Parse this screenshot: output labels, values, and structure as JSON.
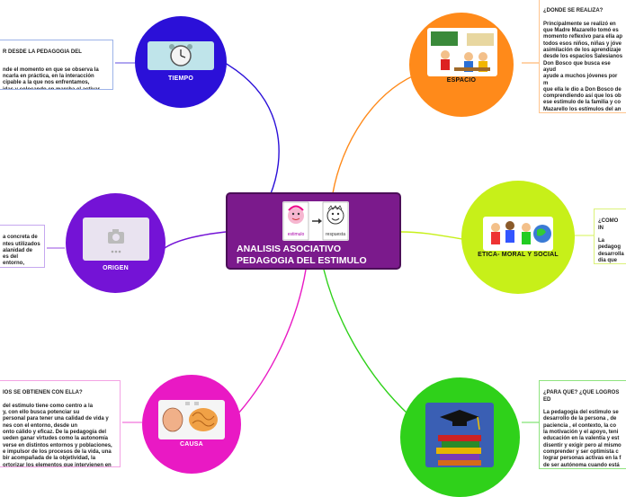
{
  "central": {
    "title_line1": "ANALISIS ASOCIATIVO",
    "title_line2": "PEDAGOGIA DEL ESTIMULO",
    "image_captions": [
      "estimulo",
      "respuesta"
    ]
  },
  "nodes": {
    "tiempo": {
      "label": "TIEMPO",
      "color": "#2b10d8",
      "icon": "clock-icon"
    },
    "origen": {
      "label": "ORIGEN",
      "color": "#7413d6",
      "icon": "camera-icon"
    },
    "causa": {
      "label": "CAUSA",
      "color": "#e919c4",
      "icon": "brain-icon"
    },
    "espacio": {
      "label": "ESPACIO",
      "color": "#ff8a1a",
      "icon": "classroom-icon"
    },
    "etica": {
      "label": "ETICA- MORAL Y SOCIAL",
      "color": "#c7f019",
      "icon": "children-globe-icon"
    },
    "logros": {
      "label": "",
      "color": "#2fd11a",
      "icon": "books-graduation-icon"
    }
  },
  "notes": {
    "tiempo": {
      "title": "R DESDE LA PEDAGOGIA DEL",
      "body": "nde el momento en que se observa la\nncarla en práctica,   en la interacción\ncipable a la que nos enfrentamos,\nidas y colocando en marcha el activar,\nmotivar y responsabilizar"
    },
    "origen": {
      "title": "",
      "body": "a concreta de\nntes utilizados\nalanidad de\nes del entorno,\ngran amor a"
    },
    "causa": {
      "title": "IOS SE OBTIENEN CON ELLA?",
      "body": "del estimulo tiene como centro a la\ny, con ello busca potenciar su\npersonal para tener una calidad de vida y\nnes con el entorno, desde un\nonto cálido y eficaz. De la pedagogía del\nueden ganar virtudes como la autonomía\nverse en distintos entornos y poblaciones,\ne impulsor de los procesos de la vida, una\nbir acompañada de la objetividad, la\nortorizar los elementos que intervienen en\nel aprender a comprender el mundo, a los\nmismo, seguridad, autoestima y\nrpersonales."
    },
    "espacio": {
      "title": "¿DONDE SE REALIZA?",
      "body": "Principalmente se realizó en\nque Madre Mazarello  tomó es\nmomento reflexivo para ella ap\ntodos esos niños, niñas y  jóve\nasimilación de los aprendizaje\ndesde los espacios Salesianos\nDon Bosco que busca ese ayud\nayude a muchos jóvenes por m\nque ella le dio a Don Bosco de\ncomprendiendo así que los ob\nese estimulo de la familia y co\nMazarello  los estímulos del an\nInstituto como superiora tamb\nimplementando la Pedagogía d\ncercanía, de la presencia amig\nhermana, a cada niño, enseñan\ny dentro de los espacios educa\nescuelas encontramos estos e"
    },
    "etica": {
      "title": "¿COMO IN",
      "body": "La pedagog\ndesarrolla\ndia que es\nprincipios,\nconciencia\nacciones p\ncariama   p\notro"
    },
    "logros": {
      "title": "¿PARA QUE? ¿QUE LOGROS ED",
      "body": "La pedagogía del estimulo se\ndesarrollo de la persona , de\npaciencia , el contexto, la  co\nla motivación y el apoyo, teni\neducación en la valentía y est\ndisentir y exigir pero al mismo\ncomprender y  ser  optimista c\nlograr personas activas en la f\nde ser autónoma cuando está\nmanifestar  un interés por el c\neducativa donde descubramos\nemociones y pensamientos , t\ncomo plenas y se exprese de"
    }
  },
  "colors": {
    "central": "#7b1a8c",
    "central_border": "#4b0f57"
  }
}
